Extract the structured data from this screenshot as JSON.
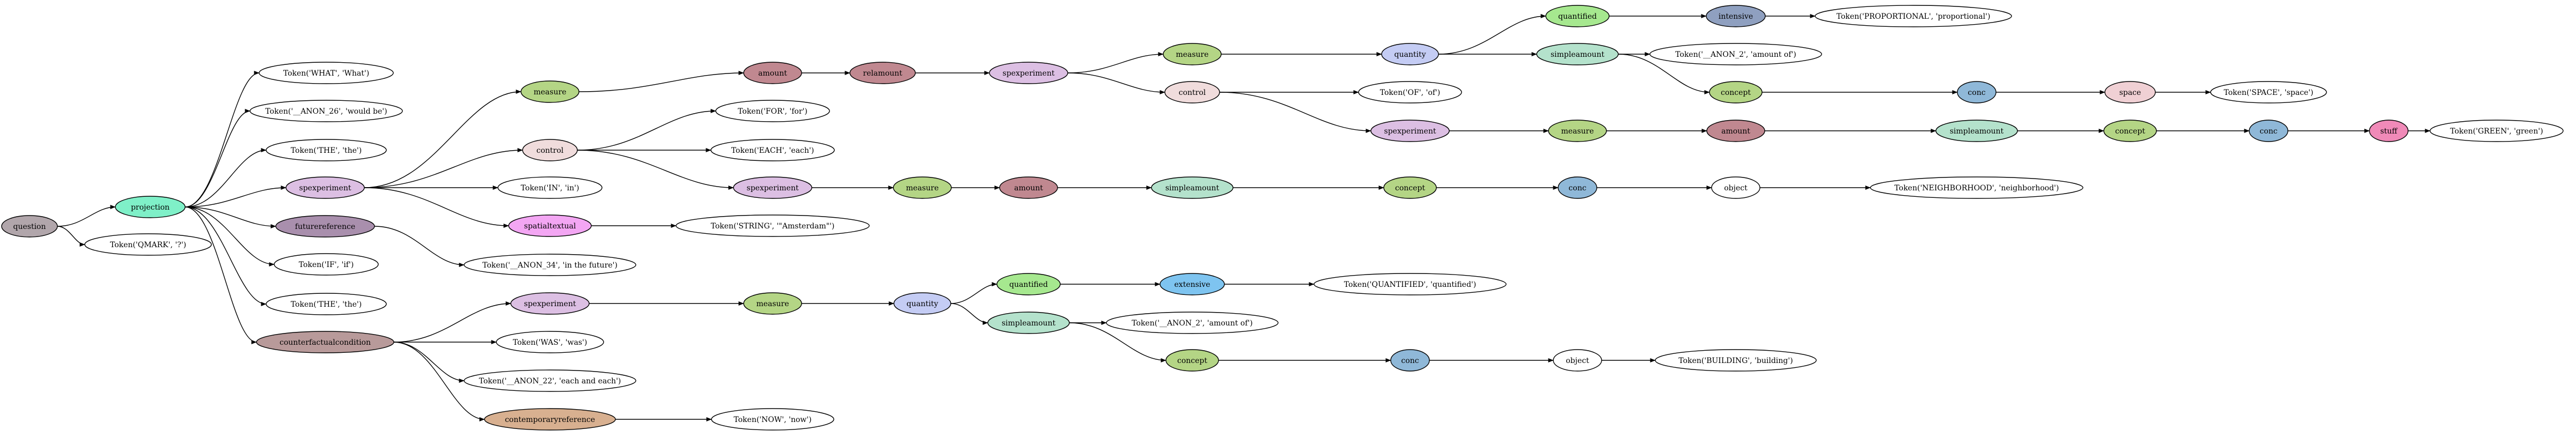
{
  "graph": {
    "nodes": [
      {
        "id": "n_question",
        "label": "question",
        "fill": "#b1a6ab"
      },
      {
        "id": "n_projection",
        "label": "projection",
        "fill": "#7ff0c8"
      },
      {
        "id": "n_qmark",
        "label": "Token('QMARK', '?')",
        "fill": "#ffffff"
      },
      {
        "id": "n_tok_what",
        "label": "Token('WHAT', 'What')",
        "fill": "#ffffff"
      },
      {
        "id": "n_tok_anon26",
        "label": "Token('__ANON_26', 'would be')",
        "fill": "#ffffff"
      },
      {
        "id": "n_tok_the1",
        "label": "Token('THE', 'the')",
        "fill": "#ffffff"
      },
      {
        "id": "n_spexp1",
        "label": "spexperiment",
        "fill": "#dcbfe3"
      },
      {
        "id": "n_futureref",
        "label": "futurereference",
        "fill": "#a98fad"
      },
      {
        "id": "n_tok_if",
        "label": "Token('IF', 'if')",
        "fill": "#ffffff"
      },
      {
        "id": "n_tok_the2",
        "label": "Token('THE', 'the')",
        "fill": "#ffffff"
      },
      {
        "id": "n_cfcond",
        "label": "counterfactualcondition",
        "fill": "#b89a9a"
      },
      {
        "id": "n_measure1",
        "label": "measure",
        "fill": "#b4d585"
      },
      {
        "id": "n_control1",
        "label": "control",
        "fill": "#f0dcdc"
      },
      {
        "id": "n_tok_in",
        "label": "Token('IN', 'in')",
        "fill": "#ffffff"
      },
      {
        "id": "n_spexp2",
        "label": "spexperiment",
        "fill": "#dcbfe3"
      },
      {
        "id": "n_spatialtextual",
        "label": "spatialtextual",
        "fill": "#f3a6f3"
      },
      {
        "id": "n_tok_anon34",
        "label": "Token('__ANON_34', 'in the future')",
        "fill": "#ffffff"
      },
      {
        "id": "n_amount1",
        "label": "amount",
        "fill": "#c08890"
      },
      {
        "id": "n_tok_for",
        "label": "Token('FOR', 'for')",
        "fill": "#ffffff"
      },
      {
        "id": "n_tok_each",
        "label": "Token('EACH', 'each')",
        "fill": "#ffffff"
      },
      {
        "id": "n_tok_string",
        "label": "Token('STRING', '\"Amsterdam\"')",
        "fill": "#ffffff"
      },
      {
        "id": "n_relamount",
        "label": "relamount",
        "fill": "#c08890"
      },
      {
        "id": "n_spexp3",
        "label": "spexperiment",
        "fill": "#dcbfe3"
      },
      {
        "id": "n_measure2",
        "label": "measure",
        "fill": "#b4d585"
      },
      {
        "id": "n_control2",
        "label": "control",
        "fill": "#f0dcdc"
      },
      {
        "id": "n_quantity1",
        "label": "quantity",
        "fill": "#c4ccf4"
      },
      {
        "id": "n_tok_of",
        "label": "Token('OF', 'of')",
        "fill": "#ffffff"
      },
      {
        "id": "n_spexp4",
        "label": "spexperiment",
        "fill": "#dcbfe3"
      },
      {
        "id": "n_quantified1",
        "label": "quantified",
        "fill": "#a6e88f"
      },
      {
        "id": "n_simpleamount1",
        "label": "simpleamount",
        "fill": "#b4e2cc"
      },
      {
        "id": "n_intensive",
        "label": "intensive",
        "fill": "#8fa0c0"
      },
      {
        "id": "n_tok_proportional",
        "label": "Token('PROPORTIONAL', 'proportional')",
        "fill": "#ffffff"
      },
      {
        "id": "n_tok_anon2a",
        "label": "Token('__ANON_2', 'amount of')",
        "fill": "#ffffff"
      },
      {
        "id": "n_concept1",
        "label": "concept",
        "fill": "#b4d585"
      },
      {
        "id": "n_conc1",
        "label": "conc",
        "fill": "#8fb8d8"
      },
      {
        "id": "n_space",
        "label": "space",
        "fill": "#f0d0d4"
      },
      {
        "id": "n_tok_space",
        "label": "Token('SPACE', 'space')",
        "fill": "#ffffff"
      },
      {
        "id": "n_measure3",
        "label": "measure",
        "fill": "#b4d585"
      },
      {
        "id": "n_amount2",
        "label": "amount",
        "fill": "#c08890"
      },
      {
        "id": "n_simpleamount2",
        "label": "simpleamount",
        "fill": "#b4e2cc"
      },
      {
        "id": "n_concept2",
        "label": "concept",
        "fill": "#b4d585"
      },
      {
        "id": "n_conc2",
        "label": "conc",
        "fill": "#8fb8d8"
      },
      {
        "id": "n_stuff",
        "label": "stuff",
        "fill": "#f08ab8"
      },
      {
        "id": "n_tok_green",
        "label": "Token('GREEN', 'green')",
        "fill": "#ffffff"
      },
      {
        "id": "n_measure4",
        "label": "measure",
        "fill": "#b4d585"
      },
      {
        "id": "n_amount3",
        "label": "amount",
        "fill": "#c08890"
      },
      {
        "id": "n_simpleamount3",
        "label": "simpleamount",
        "fill": "#b4e2cc"
      },
      {
        "id": "n_concept3",
        "label": "concept",
        "fill": "#b4d585"
      },
      {
        "id": "n_conc3",
        "label": "conc",
        "fill": "#8fb8d8"
      },
      {
        "id": "n_object1",
        "label": "object",
        "fill": "#ffffff"
      },
      {
        "id": "n_tok_neighborhood",
        "label": "Token('NEIGHBORHOOD', 'neighborhood')",
        "fill": "#ffffff"
      },
      {
        "id": "n_spexp5",
        "label": "spexperiment",
        "fill": "#dcbfe3"
      },
      {
        "id": "n_tok_was",
        "label": "Token('WAS', 'was')",
        "fill": "#ffffff"
      },
      {
        "id": "n_tok_anon22",
        "label": "Token('__ANON_22', 'each and each')",
        "fill": "#ffffff"
      },
      {
        "id": "n_contempref",
        "label": "contemporaryreference",
        "fill": "#d8b090"
      },
      {
        "id": "n_tok_now",
        "label": "Token('NOW', 'now')",
        "fill": "#ffffff"
      },
      {
        "id": "n_measure5",
        "label": "measure",
        "fill": "#b4d585"
      },
      {
        "id": "n_quantity2",
        "label": "quantity",
        "fill": "#c4ccf4"
      },
      {
        "id": "n_quantified2",
        "label": "quantified",
        "fill": "#a6e88f"
      },
      {
        "id": "n_simpleamount4",
        "label": "simpleamount",
        "fill": "#b4e2cc"
      },
      {
        "id": "n_extensive",
        "label": "extensive",
        "fill": "#7ec4f0"
      },
      {
        "id": "n_tok_quantified",
        "label": "Token('QUANTIFIED', 'quantified')",
        "fill": "#ffffff"
      },
      {
        "id": "n_tok_anon2b",
        "label": "Token('__ANON_2', 'amount of')",
        "fill": "#ffffff"
      },
      {
        "id": "n_concept4",
        "label": "concept",
        "fill": "#b4d585"
      },
      {
        "id": "n_conc4",
        "label": "conc",
        "fill": "#8fb8d8"
      },
      {
        "id": "n_object2",
        "label": "object",
        "fill": "#ffffff"
      },
      {
        "id": "n_tok_building",
        "label": "Token('BUILDING', 'building')",
        "fill": "#ffffff"
      }
    ],
    "edges": [
      [
        "n_question",
        "n_projection"
      ],
      [
        "n_question",
        "n_qmark"
      ],
      [
        "n_projection",
        "n_tok_what"
      ],
      [
        "n_projection",
        "n_tok_anon26"
      ],
      [
        "n_projection",
        "n_tok_the1"
      ],
      [
        "n_projection",
        "n_spexp1"
      ],
      [
        "n_projection",
        "n_futureref"
      ],
      [
        "n_projection",
        "n_tok_if"
      ],
      [
        "n_projection",
        "n_tok_the2"
      ],
      [
        "n_projection",
        "n_cfcond"
      ],
      [
        "n_spexp1",
        "n_measure1"
      ],
      [
        "n_spexp1",
        "n_control1"
      ],
      [
        "n_spexp1",
        "n_tok_in"
      ],
      [
        "n_spexp1",
        "n_spatialtextual"
      ],
      [
        "n_futureref",
        "n_tok_anon34"
      ],
      [
        "n_measure1",
        "n_amount1"
      ],
      [
        "n_control1",
        "n_tok_for"
      ],
      [
        "n_control1",
        "n_tok_each"
      ],
      [
        "n_control1",
        "n_spexp2"
      ],
      [
        "n_spatialtextual",
        "n_tok_string"
      ],
      [
        "n_amount1",
        "n_relamount"
      ],
      [
        "n_relamount",
        "n_spexp3"
      ],
      [
        "n_spexp3",
        "n_measure2"
      ],
      [
        "n_spexp3",
        "n_control2"
      ],
      [
        "n_measure2",
        "n_quantity1"
      ],
      [
        "n_control2",
        "n_tok_of"
      ],
      [
        "n_control2",
        "n_spexp4"
      ],
      [
        "n_quantity1",
        "n_quantified1"
      ],
      [
        "n_quantity1",
        "n_simpleamount1"
      ],
      [
        "n_quantified1",
        "n_intensive"
      ],
      [
        "n_intensive",
        "n_tok_proportional"
      ],
      [
        "n_simpleamount1",
        "n_tok_anon2a"
      ],
      [
        "n_simpleamount1",
        "n_concept1"
      ],
      [
        "n_concept1",
        "n_conc1"
      ],
      [
        "n_conc1",
        "n_space"
      ],
      [
        "n_space",
        "n_tok_space"
      ],
      [
        "n_spexp4",
        "n_measure3"
      ],
      [
        "n_measure3",
        "n_amount2"
      ],
      [
        "n_amount2",
        "n_simpleamount2"
      ],
      [
        "n_simpleamount2",
        "n_concept2"
      ],
      [
        "n_concept2",
        "n_conc2"
      ],
      [
        "n_conc2",
        "n_stuff"
      ],
      [
        "n_stuff",
        "n_tok_green"
      ],
      [
        "n_spexp2",
        "n_measure4"
      ],
      [
        "n_measure4",
        "n_amount3"
      ],
      [
        "n_amount3",
        "n_simpleamount3"
      ],
      [
        "n_simpleamount3",
        "n_concept3"
      ],
      [
        "n_concept3",
        "n_conc3"
      ],
      [
        "n_conc3",
        "n_object1"
      ],
      [
        "n_object1",
        "n_tok_neighborhood"
      ],
      [
        "n_cfcond",
        "n_spexp5"
      ],
      [
        "n_cfcond",
        "n_tok_was"
      ],
      [
        "n_cfcond",
        "n_tok_anon22"
      ],
      [
        "n_cfcond",
        "n_contempref"
      ],
      [
        "n_contempref",
        "n_tok_now"
      ],
      [
        "n_spexp5",
        "n_measure5"
      ],
      [
        "n_measure5",
        "n_quantity2"
      ],
      [
        "n_quantity2",
        "n_quantified2"
      ],
      [
        "n_quantity2",
        "n_simpleamount4"
      ],
      [
        "n_quantified2",
        "n_extensive"
      ],
      [
        "n_extensive",
        "n_tok_quantified"
      ],
      [
        "n_simpleamount4",
        "n_tok_anon2b"
      ],
      [
        "n_simpleamount4",
        "n_concept4"
      ],
      [
        "n_concept4",
        "n_conc4"
      ],
      [
        "n_conc4",
        "n_object2"
      ],
      [
        "n_object2",
        "n_tok_building"
      ]
    ]
  }
}
